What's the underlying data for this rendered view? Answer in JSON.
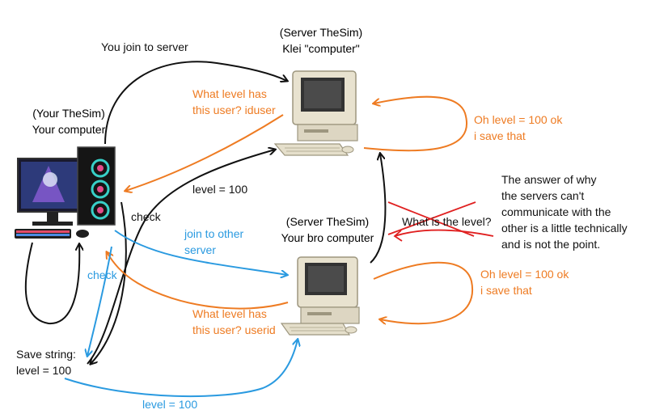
{
  "colors": {
    "orange": "#ee7b22",
    "blue": "#2a9ae0",
    "black": "#111111",
    "red": "#e02020"
  },
  "left_pc": {
    "title_line1": "(Your TheSim)",
    "title_line2": "Your computer",
    "icon": "gaming-pc-icon"
  },
  "server_top": {
    "title_line1": "(Server TheSim)",
    "title_line2": "Klei \"computer\"",
    "icon": "retro-computer-icon"
  },
  "server_bottom": {
    "title_line1": "(Server TheSim)",
    "title_line2": "Your bro computer",
    "icon": "retro-computer-icon"
  },
  "labels": {
    "you_join": "You join to server",
    "q_top_1": "What level has",
    "q_top_2": "this user? iduser",
    "level_top": "level = 100",
    "check_black": "check",
    "ok_top_1": "Oh level = 100 ok",
    "ok_top_2": "i save that",
    "join_other_1": "join to other",
    "join_other_2": "server",
    "check_blue": "check",
    "crossed": "What is the level?",
    "q_bottom_1": "What level has",
    "q_bottom_2": "this user? userid",
    "ok_bottom_1": "Oh level = 100 ok",
    "ok_bottom_2": "i save that",
    "save_1": "Save string:",
    "save_2": "level = 100",
    "level_bottom": "level = 100"
  },
  "note": [
    "The answer of why",
    "the servers can't",
    "communicate with the",
    "other is a little technically",
    "and is not the point."
  ]
}
